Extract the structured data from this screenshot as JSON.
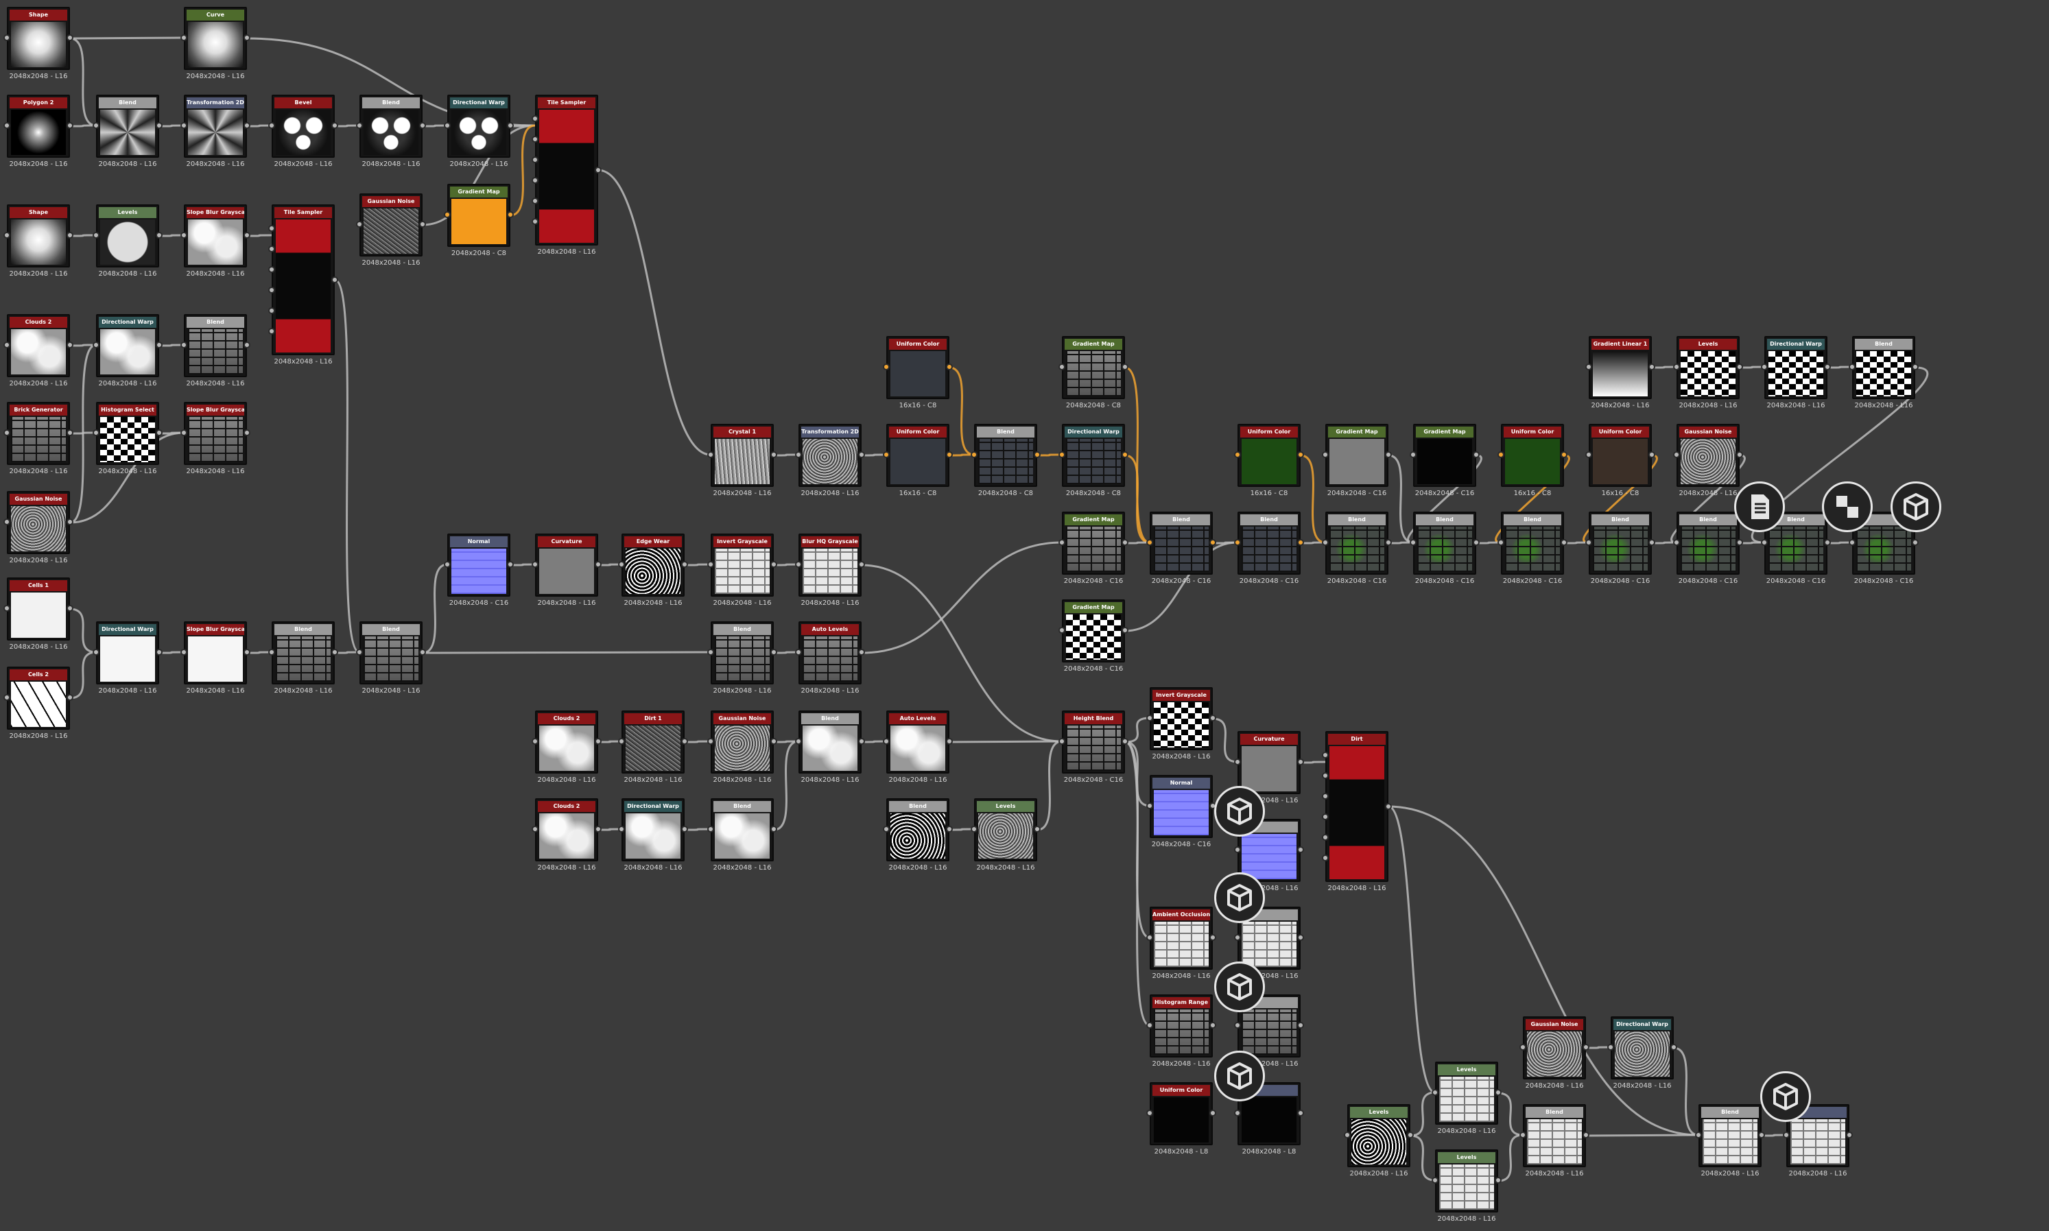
{
  "nodes": [
    {
      "id": "n1",
      "title": "Shape",
      "hdr": "#8a1618",
      "thumb": "radial",
      "cap": "2048x2048 - L16"
    },
    {
      "id": "n2",
      "title": "Curve",
      "hdr": "#4e6b2c",
      "thumb": "radial",
      "cap": "2048x2048 - L16"
    },
    {
      "id": "n3",
      "title": "Polygon 2",
      "hdr": "#8a1618",
      "thumb": "star",
      "cap": "2048x2048 - L16"
    },
    {
      "id": "n4",
      "title": "Blend",
      "hdr": "#9a9a9a",
      "thumb": "fan",
      "cap": "2048x2048 - L16"
    },
    {
      "id": "n5",
      "title": "Transformation 2D",
      "hdr": "#4f5672",
      "thumb": "fan",
      "cap": "2048x2048 - L16"
    },
    {
      "id": "n6",
      "title": "Bevel",
      "hdr": "#8a1618",
      "thumb": "flower",
      "cap": "2048x2048 - L16"
    },
    {
      "id": "n7",
      "title": "Blend",
      "hdr": "#9a9a9a",
      "thumb": "flower",
      "cap": "2048x2048 - L16"
    },
    {
      "id": "n8",
      "title": "Directional Warp",
      "hdr": "#2f5456",
      "thumb": "flower",
      "cap": "2048x2048 - L16"
    },
    {
      "id": "n9",
      "title": "Tile Sampler",
      "hdr": "#8a1618",
      "thumb": "red",
      "cap": "2048x2048 - L16",
      "tall": true
    },
    {
      "id": "n10",
      "title": "Shape",
      "hdr": "#8a1618",
      "thumb": "radial",
      "cap": "2048x2048 - L16"
    },
    {
      "id": "n11",
      "title": "Levels",
      "hdr": "#5b7a4e",
      "thumb": "disc",
      "cap": "2048x2048 - L16"
    },
    {
      "id": "n12",
      "title": "Slope Blur Grayscale",
      "hdr": "#8a1618",
      "thumb": "cloud",
      "cap": "2048x2048 - L16"
    },
    {
      "id": "n13",
      "title": "Tile Sampler",
      "hdr": "#8a1618",
      "thumb": "red",
      "cap": "2048x2048 - L16",
      "tall": true
    },
    {
      "id": "n14",
      "title": "Gaussian Noise",
      "hdr": "#8a1618",
      "thumb": "noise",
      "cap": "2048x2048 - L16"
    },
    {
      "id": "n15",
      "title": "Gradient Map",
      "hdr": "#4e6b2c",
      "thumb": "orange",
      "cap": "2048x2048 - C8"
    },
    {
      "id": "n16",
      "title": "Clouds 2",
      "hdr": "#8a1618",
      "thumb": "cloud",
      "cap": "2048x2048 - L16"
    },
    {
      "id": "n17",
      "title": "Directional Warp",
      "hdr": "#2f5456",
      "thumb": "cloud",
      "cap": "2048x2048 - L16"
    },
    {
      "id": "n18",
      "title": "Blend",
      "hdr": "#9a9a9a",
      "thumb": "brick",
      "cap": "2048x2048 - L16"
    },
    {
      "id": "n19",
      "title": "Brick Generator",
      "hdr": "#8a1618",
      "thumb": "brick",
      "cap": "2048x2048 - L16"
    },
    {
      "id": "n20",
      "title": "Histogram Select",
      "hdr": "#8a1618",
      "thumb": "bw",
      "cap": "2048x2048 - L16"
    },
    {
      "id": "n21",
      "title": "Slope Blur Grayscale",
      "hdr": "#8a1618",
      "thumb": "brick",
      "cap": "2048x2048 - L16"
    },
    {
      "id": "n22",
      "title": "Gaussian Noise",
      "hdr": "#8a1618",
      "thumb": "gravel",
      "cap": "2048x2048 - L16"
    },
    {
      "id": "n23",
      "title": "Cells 1",
      "hdr": "#8a1618",
      "thumb": "cells1",
      "cap": "2048x2048 - L16"
    },
    {
      "id": "n24",
      "title": "Cells 2",
      "hdr": "#8a1618",
      "thumb": "cells2",
      "cap": "2048x2048 - L16"
    },
    {
      "id": "n25",
      "title": "Directional Warp",
      "hdr": "#2f5456",
      "thumb": "white",
      "cap": "2048x2048 - L16"
    },
    {
      "id": "n26",
      "title": "Slope Blur Grayscale",
      "hdr": "#8a1618",
      "thumb": "white",
      "cap": "2048x2048 - L16"
    },
    {
      "id": "n27",
      "title": "Blend",
      "hdr": "#9a9a9a",
      "thumb": "brick",
      "cap": "2048x2048 - L16"
    },
    {
      "id": "n28",
      "title": "Blend",
      "hdr": "#9a9a9a",
      "thumb": "brick",
      "cap": "2048x2048 - L16"
    },
    {
      "id": "n29",
      "title": "Normal",
      "hdr": "#4f5672",
      "thumb": "normal",
      "cap": "2048x2048 - C16"
    },
    {
      "id": "n30",
      "title": "Curvature",
      "hdr": "#8a1618",
      "thumb": "grey",
      "cap": "2048x2048 - L16"
    },
    {
      "id": "n31",
      "title": "Edge Wear",
      "hdr": "#8a1618",
      "thumb": "edge",
      "cap": "2048x2048 - L16"
    },
    {
      "id": "n32",
      "title": "Invert Grayscale",
      "hdr": "#8a1618",
      "thumb": "bricklight",
      "cap": "2048x2048 - L16"
    },
    {
      "id": "n33",
      "title": "Blur HQ Grayscale",
      "hdr": "#8a1618",
      "thumb": "bricklight",
      "cap": "2048x2048 - L16"
    },
    {
      "id": "n34",
      "title": "Crystal 1",
      "hdr": "#8a1618",
      "thumb": "fibers",
      "cap": "2048x2048 - L16"
    },
    {
      "id": "n35",
      "title": "Transformation 2D",
      "hdr": "#4f5672",
      "thumb": "gravel",
      "cap": "2048x2048 - L16"
    },
    {
      "id": "n36",
      "title": "Blend",
      "hdr": "#9a9a9a",
      "thumb": "brick",
      "cap": "2048x2048 - L16"
    },
    {
      "id": "n37",
      "title": "Auto Levels",
      "hdr": "#8a1618",
      "thumb": "brick",
      "cap": "2048x2048 - L16"
    },
    {
      "id": "n38",
      "title": "Clouds 2",
      "hdr": "#8a1618",
      "thumb": "cloud",
      "cap": "2048x2048 - L16"
    },
    {
      "id": "n39",
      "title": "Dirt 1",
      "hdr": "#8a1618",
      "thumb": "noise",
      "cap": "2048x2048 - L16"
    },
    {
      "id": "n40",
      "title": "Gaussian Noise",
      "hdr": "#8a1618",
      "thumb": "gravel",
      "cap": "2048x2048 - L16"
    },
    {
      "id": "n41",
      "title": "Blend",
      "hdr": "#9a9a9a",
      "thumb": "cloud",
      "cap": "2048x2048 - L16"
    },
    {
      "id": "n42",
      "title": "Auto Levels",
      "hdr": "#8a1618",
      "thumb": "cloud",
      "cap": "2048x2048 - L16"
    },
    {
      "id": "n43",
      "title": "Clouds 2",
      "hdr": "#8a1618",
      "thumb": "cloud",
      "cap": "2048x2048 - L16"
    },
    {
      "id": "n44",
      "title": "Directional Warp",
      "hdr": "#2f5456",
      "thumb": "cloud",
      "cap": "2048x2048 - L16"
    },
    {
      "id": "n45",
      "title": "Blend",
      "hdr": "#9a9a9a",
      "thumb": "cloud",
      "cap": "2048x2048 - L16"
    },
    {
      "id": "n46",
      "title": "Blend",
      "hdr": "#9a9a9a",
      "thumb": "edge",
      "cap": "2048x2048 - L16"
    },
    {
      "id": "n47",
      "title": "Levels",
      "hdr": "#5b7a4e",
      "thumb": "gravel",
      "cap": "2048x2048 - L16"
    },
    {
      "id": "n48",
      "title": "Uniform Color",
      "hdr": "#8a1618",
      "thumb": "dark",
      "cap": "16x16 - C8"
    },
    {
      "id": "n49",
      "title": "Uniform Color",
      "hdr": "#8a1618",
      "thumb": "dark",
      "cap": "16x16 - C8"
    },
    {
      "id": "n50",
      "title": "Blend",
      "hdr": "#9a9a9a",
      "thumb": "darkbrick",
      "cap": "2048x2048 - C8"
    },
    {
      "id": "n51",
      "title": "Gradient Map",
      "hdr": "#4e6b2c",
      "thumb": "brick",
      "cap": "2048x2048 - C8"
    },
    {
      "id": "n52",
      "title": "Directional Warp",
      "hdr": "#2f5456",
      "thumb": "darkbrick",
      "cap": "2048x2048 - C8"
    },
    {
      "id": "n53",
      "title": "Gradient Map",
      "hdr": "#4e6b2c",
      "thumb": "brick",
      "cap": "2048x2048 - C16"
    },
    {
      "id": "n54",
      "title": "Gradient Map",
      "hdr": "#4e6b2c",
      "thumb": "bw",
      "cap": "2048x2048 - C16"
    },
    {
      "id": "n55",
      "title": "Height Blend",
      "hdr": "#8a1618",
      "thumb": "brick",
      "cap": "2048x2048 - C16"
    },
    {
      "id": "n56",
      "title": "Invert Grayscale",
      "hdr": "#8a1618",
      "thumb": "bw",
      "cap": "2048x2048 - L16"
    },
    {
      "id": "n57",
      "title": "Normal",
      "hdr": "#4f5672",
      "thumb": "normal",
      "cap": "2048x2048 - C16"
    },
    {
      "id": "n58",
      "title": "Curvature",
      "hdr": "#8a1618",
      "thumb": "grey",
      "cap": "2048x2048 - L16"
    },
    {
      "id": "n59",
      "title": "Dirt",
      "hdr": "#8a1618",
      "thumb": "red",
      "cap": "2048x2048 - L16",
      "tall": true
    },
    {
      "id": "n60",
      "title": "Blend",
      "hdr": "#9a9a9a",
      "thumb": "darkbrick",
      "cap": "2048x2048 - C16"
    },
    {
      "id": "n61",
      "title": "Blend",
      "hdr": "#9a9a9a",
      "thumb": "darkbrick",
      "cap": "2048x2048 - C16"
    },
    {
      "id": "n62",
      "title": "Uniform Color",
      "hdr": "#8a1618",
      "thumb": "green",
      "cap": "16x16 - C8"
    },
    {
      "id": "n63",
      "title": "Gradient Map",
      "hdr": "#4e6b2c",
      "thumb": "grey",
      "cap": "2048x2048 - C16"
    },
    {
      "id": "n64",
      "title": "Gradient Map",
      "hdr": "#4e6b2c",
      "thumb": "black",
      "cap": "2048x2048 - C16"
    },
    {
      "id": "n65",
      "title": "Uniform Color",
      "hdr": "#8a1618",
      "thumb": "green",
      "cap": "16x16 - C8"
    },
    {
      "id": "n66",
      "title": "Uniform Color",
      "hdr": "#8a1618",
      "thumb": "brown",
      "cap": "16x16 - C8"
    },
    {
      "id": "n67",
      "title": "Gaussian Noise",
      "hdr": "#8a1618",
      "thumb": "gravel",
      "cap": "2048x2048 - L16"
    },
    {
      "id": "n68",
      "title": "Blend",
      "hdr": "#9a9a9a",
      "thumb": "greenbrick",
      "cap": "2048x2048 - C16"
    },
    {
      "id": "n69",
      "title": "Blend",
      "hdr": "#9a9a9a",
      "thumb": "greenbrick",
      "cap": "2048x2048 - C16"
    },
    {
      "id": "n70",
      "title": "Blend",
      "hdr": "#9a9a9a",
      "thumb": "greenbrick",
      "cap": "2048x2048 - C16"
    },
    {
      "id": "n71",
      "title": "Blend",
      "hdr": "#9a9a9a",
      "thumb": "greenbrick",
      "cap": "2048x2048 - C16"
    },
    {
      "id": "n72",
      "title": "Blend",
      "hdr": "#9a9a9a",
      "thumb": "greenbrick",
      "cap": "2048x2048 - C16"
    },
    {
      "id": "n73",
      "title": "Blend",
      "hdr": "#9a9a9a",
      "thumb": "greenbrick",
      "cap": "2048x2048 - C16"
    },
    {
      "id": "n74",
      "title": "",
      "hdr": "#9a9a9a",
      "thumb": "greenbrick",
      "cap": "2048x2048 - C16"
    },
    {
      "id": "n75",
      "title": "",
      "hdr": "#9a9a9a",
      "thumb": "greenbrick",
      "cap": "2048x2048 - C16"
    },
    {
      "id": "n76",
      "title": "Gradient Linear 1",
      "hdr": "#8a1618",
      "thumb": "gradlin",
      "cap": "2048x2048 - L16"
    },
    {
      "id": "n77",
      "title": "Levels",
      "hdr": "#8a1618",
      "thumb": "bw",
      "cap": "2048x2048 - L16"
    },
    {
      "id": "n78",
      "title": "Directional Warp",
      "hdr": "#2f5456",
      "thumb": "bw",
      "cap": "2048x2048 - L16"
    },
    {
      "id": "n79",
      "title": "Blend",
      "hdr": "#9a9a9a",
      "thumb": "bw",
      "cap": "2048x2048 - L16"
    },
    {
      "id": "n80",
      "title": "Ambient Occlusion (HB",
      "hdr": "#8a1618",
      "thumb": "bricklight",
      "cap": "2048x2048 - L16"
    },
    {
      "id": "n81",
      "title": "",
      "hdr": "#9a9a9a",
      "thumb": "bricklight",
      "cap": "2048x2048 - L16"
    },
    {
      "id": "n82",
      "title": "",
      "hdr": "#9a9a9a",
      "thumb": "normal",
      "cap": "2048x2048 - L16"
    },
    {
      "id": "n83",
      "title": "Histogram Range",
      "hdr": "#8a1618",
      "thumb": "brick",
      "cap": "2048x2048 - L16"
    },
    {
      "id": "n84",
      "title": "",
      "hdr": "#9a9a9a",
      "thumb": "brick",
      "cap": "2048x2048 - L16"
    },
    {
      "id": "n85",
      "title": "Uniform Color",
      "hdr": "#8a1618",
      "thumb": "black",
      "cap": "2048x2048 - L8"
    },
    {
      "id": "n86",
      "title": "",
      "hdr": "#4f5672",
      "thumb": "black",
      "cap": "2048x2048 - L8"
    },
    {
      "id": "n87",
      "title": "Levels",
      "hdr": "#5b7a4e",
      "thumb": "edge",
      "cap": "2048x2048 - L16"
    },
    {
      "id": "n88",
      "title": "Levels",
      "hdr": "#5b7a4e",
      "thumb": "bricklight",
      "cap": "2048x2048 - L16"
    },
    {
      "id": "n89",
      "title": "Levels",
      "hdr": "#5b7a4e",
      "thumb": "bricklight",
      "cap": "2048x2048 - L16"
    },
    {
      "id": "n90",
      "title": "Gaussian Noise",
      "hdr": "#8a1618",
      "thumb": "gravel",
      "cap": "2048x2048 - L16"
    },
    {
      "id": "n91",
      "title": "Directional Warp",
      "hdr": "#2f5456",
      "thumb": "gravel",
      "cap": "2048x2048 - L16"
    },
    {
      "id": "n92",
      "title": "Blend",
      "hdr": "#9a9a9a",
      "thumb": "bricklight",
      "cap": "2048x2048 - L16"
    },
    {
      "id": "n93",
      "title": "Blend",
      "hdr": "#9a9a9a",
      "thumb": "bricklight",
      "cap": "2048x2048 - L16"
    },
    {
      "id": "n94",
      "title": "",
      "hdr": "#4f5672",
      "thumb": "bricklight",
      "cap": "2048x2048 - L16"
    }
  ],
  "pins": [
    {
      "id": "p1",
      "icon": "document-icon"
    },
    {
      "id": "p2",
      "icon": "checker-icon"
    },
    {
      "id": "p3",
      "icon": "cube-icon"
    },
    {
      "id": "p4",
      "icon": "cube-icon"
    },
    {
      "id": "p5",
      "icon": "cube-icon"
    },
    {
      "id": "p6",
      "icon": "cube-icon"
    },
    {
      "id": "p7",
      "icon": "cube-icon"
    },
    {
      "id": "p8",
      "icon": "cube-icon"
    }
  ],
  "colors": {
    "background": "#3b3b3b",
    "wire": "#bdbdbd",
    "wire_color": "#f2a531"
  }
}
